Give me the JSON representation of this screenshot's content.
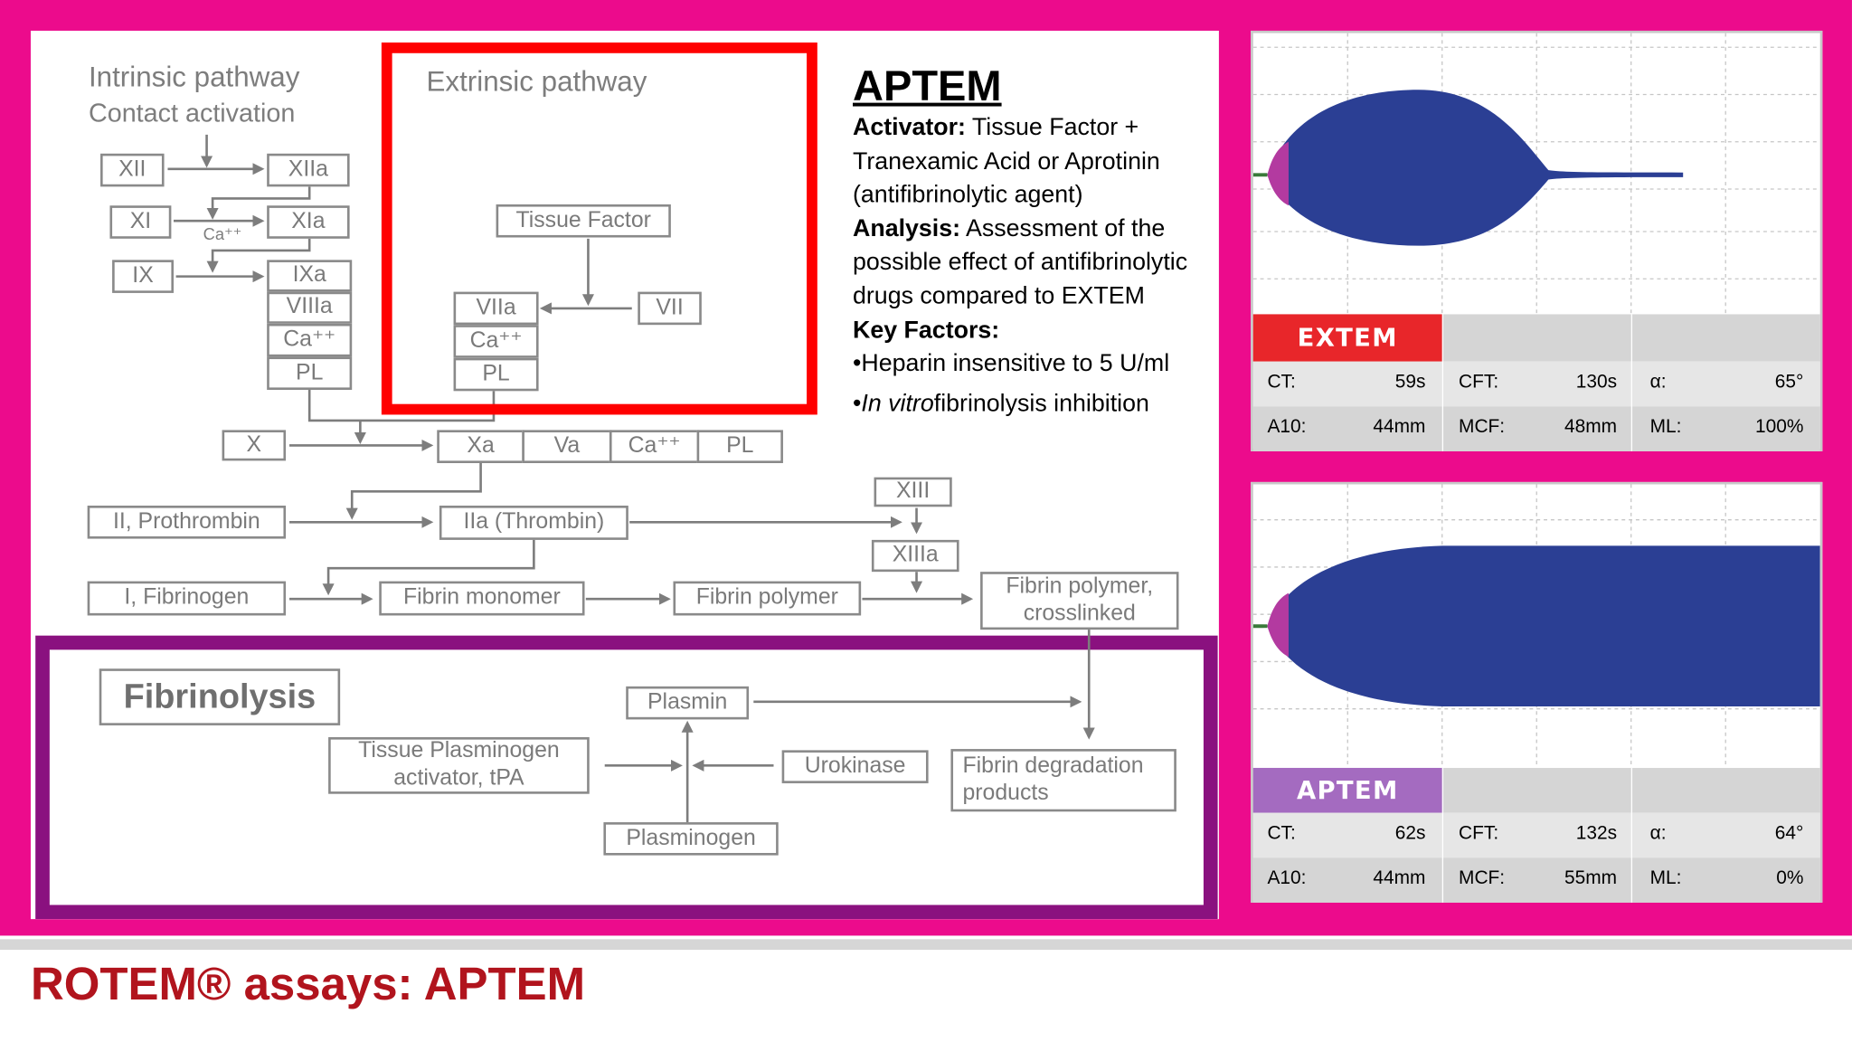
{
  "slide_title": "ROTEM® assays: APTEM",
  "colors": {
    "pink_background": "#ec0b8c",
    "title_red": "#b1141d",
    "frame_red": "#ff0000",
    "frame_purple": "#8a117f",
    "clot_blue": "#2b3f94",
    "clot_magenta": "#b33aa0",
    "extem_tag": "#e8262a",
    "aptem_tag": "#a46bc0"
  },
  "cascade": {
    "intrinsic_title": "Intrinsic pathway",
    "intrinsic_subtitle": "Contact activation",
    "extrinsic_title": "Extrinsic pathway",
    "boxes": {
      "xii": "XII",
      "xiia": "XIIa",
      "xi": "XI",
      "xia": "XIa",
      "ix": "IX",
      "ixa": "IXa",
      "viiia": "VIIIa",
      "ca_int": "Ca⁺⁺",
      "pl_int": "PL",
      "tissue_factor": "Tissue Factor",
      "viia": "VIIa",
      "vii": "VII",
      "ca_ext": "Ca⁺⁺",
      "pl_ext": "PL",
      "x": "X",
      "xa": "Xa",
      "va": "Va",
      "ca_common": "Ca⁺⁺",
      "pl_common": "PL",
      "prothrombin": "II, Prothrombin",
      "thrombin": "IIa (Thrombin)",
      "xiii": "XIII",
      "xiiia": "XIIIa",
      "fibrinogen": "I, Fibrinogen",
      "fibrin_monomer": "Fibrin monomer",
      "fibrin_polymer": "Fibrin polymer",
      "fibrin_crosslinked": "Fibrin polymer, crosslinked"
    },
    "ca_label_small": "Ca⁺⁺"
  },
  "fibrinolysis": {
    "title": "Fibrinolysis",
    "plasmin": "Plasmin",
    "tpa": "Tissue Plasminogen activator, tPA",
    "urokinase": "Urokinase",
    "plasminogen": "Plasminogen",
    "degradation": "Fibrin degradation products"
  },
  "aptem_info": {
    "heading": "APTEM",
    "activator_label": "Activator:",
    "activator_text": " Tissue Factor + Tranexamic Acid or Aprotinin (antifibrinolytic agent)",
    "analysis_label": "Analysis:",
    "analysis_text": " Assessment of the possible effect of antifibrinolytic drugs compared to EXTEM",
    "key_factors_label": "Key Factors:",
    "bullet1": "•Heparin insensitive to 5 U/ml",
    "bullet2_prefix": "•",
    "bullet2_italic": "In vitro",
    "bullet2_rest": "fibrinolysis inhibition"
  },
  "temograms": [
    {
      "name": "EXTEM",
      "row1": {
        "ct_label": "CT:",
        "ct": "59s",
        "cft_label": "CFT:",
        "cft": "130s",
        "alpha_label": "α:",
        "alpha": "65°"
      },
      "row2": {
        "a10_label": "A10:",
        "a10": "44mm",
        "mcf_label": "MCF:",
        "mcf": "48mm",
        "ml_label": "ML:",
        "ml": "100%"
      }
    },
    {
      "name": "APTEM",
      "row1": {
        "ct_label": "CT:",
        "ct": "62s",
        "cft_label": "CFT:",
        "cft": "132s",
        "alpha_label": "α:",
        "alpha": "64°"
      },
      "row2": {
        "a10_label": "A10:",
        "a10": "44mm",
        "mcf_label": "MCF:",
        "mcf": "55mm",
        "ml_label": "ML:",
        "ml": "0%"
      }
    }
  ]
}
